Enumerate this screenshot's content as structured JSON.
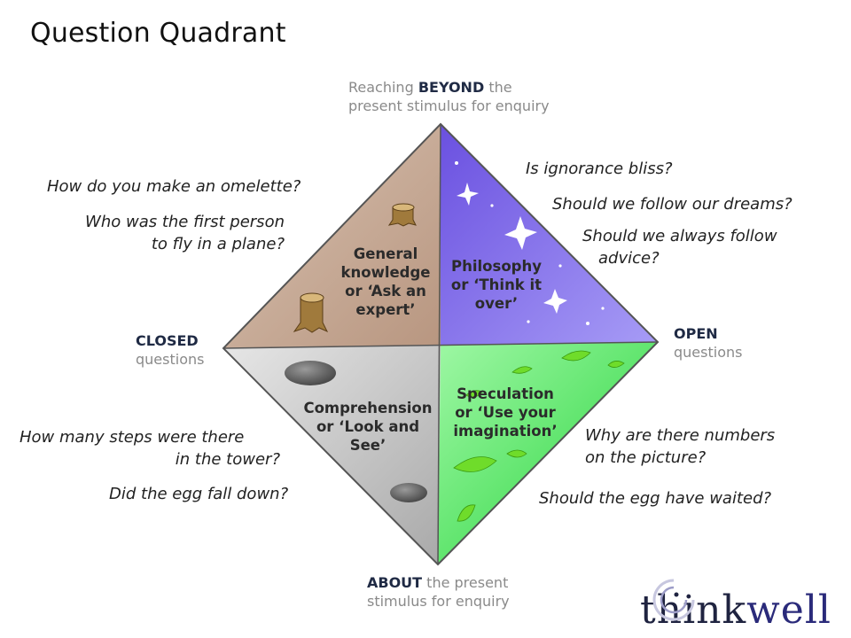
{
  "title": "Question Quadrant",
  "axes": {
    "top": {
      "pre": "Reaching ",
      "bold": "BEYOND",
      "post": " the",
      "line2": "present stimulus for enquiry"
    },
    "bottom": {
      "bold": "ABOUT",
      "post": " the present",
      "line2": "stimulus for enquiry"
    },
    "left": {
      "bold": "CLOSED",
      "line2": "questions"
    },
    "right": {
      "bold": "OPEN",
      "line2": "questions"
    }
  },
  "quadrants": {
    "top_left": {
      "l1": "General",
      "l2": "knowledge",
      "l3": "or ‘Ask an",
      "l4": "expert’",
      "color": "#c9ac98"
    },
    "top_right": {
      "l1": "Philosophy",
      "l2": "or ‘Think it",
      "l3": "over’",
      "color": "#8877ee"
    },
    "bottom_left": {
      "l1": "Comprehension",
      "l2": "or ‘Look and",
      "l3": "See’",
      "color": "#c4c4c4"
    },
    "bottom_right": {
      "l1": "Speculation",
      "l2": "or ‘Use your",
      "l3": "imagination’",
      "color": "#55e86a"
    }
  },
  "questions": {
    "omelette": "How do you make an omelette?",
    "first_person_1": "Who was the first person",
    "first_person_2": "to fly in a plane?",
    "ignorance": "Is ignorance bliss?",
    "dreams": "Should we follow our dreams?",
    "advice_1": "Should we always follow",
    "advice_2": "advice?",
    "steps_1": "How many steps were there",
    "steps_2": "in the tower?",
    "egg_fall": "Did the egg fall down?",
    "numbers_1": "Why are there numbers",
    "numbers_2": "on the picture?",
    "egg_wait": "Should the egg have waited?"
  },
  "logo": {
    "part1": "think",
    "part2": "well"
  }
}
